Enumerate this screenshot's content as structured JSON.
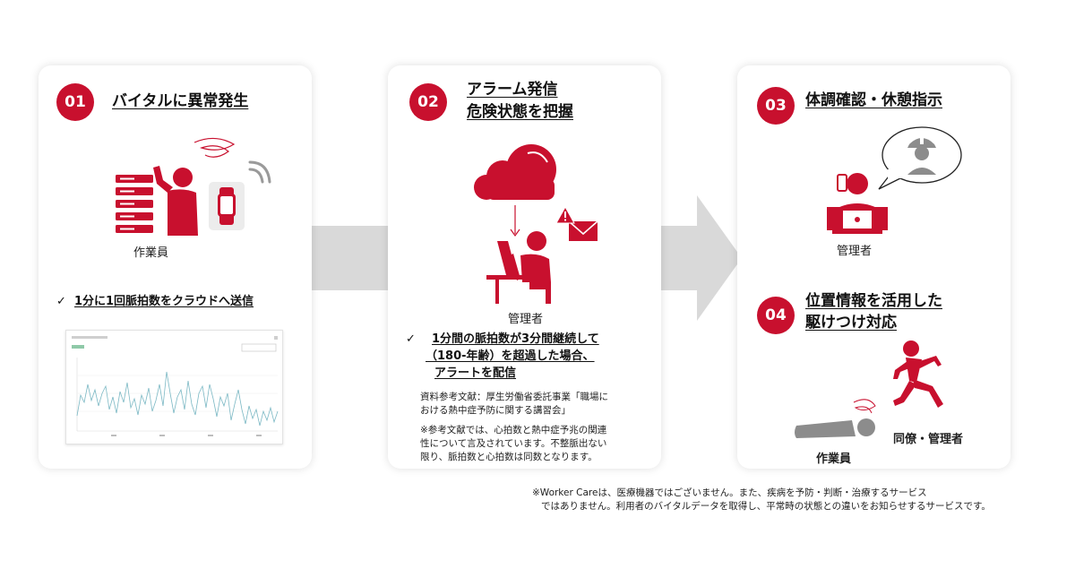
{
  "colors": {
    "accent": "#c8102e",
    "arrow": "#d9d9d9",
    "icon_gray": "#8c8c8c"
  },
  "step1": {
    "number": "01",
    "title": "バイタルに異常発生",
    "person_label": "作業員",
    "check": "1分に1回脈拍数をクラウドへ送信",
    "icons": [
      "server-icon",
      "worker-icon",
      "smartwatch-icon",
      "signal-icon",
      "dizzy-icon"
    ]
  },
  "step2": {
    "number": "02",
    "title_line1": "アラーム発信",
    "title_line2": "危険状態を把握",
    "person_label": "管理者",
    "check_line1": "1分間の脈拍数が3分間継続して",
    "check_line2": "（180-年齢）を超過した場合、",
    "check_line3": "アラートを配信",
    "ref_line1": "資料参考文献：厚生労働省委託事業「職場に",
    "ref_line2": "おける熱中症予防に関する講習会」",
    "note_line1": "※参考文献では、心拍数と熱中症予兆の関連",
    "note_line2": "性について言及されています。不整脈出ない",
    "note_line3": "限り、脈拍数と心拍数は同数となります。",
    "icons": [
      "cloud-icon",
      "alert-mail-icon",
      "manager-pc-icon"
    ]
  },
  "step3": {
    "number": "03",
    "title": "体調確認・休憩指示",
    "person_label": "管理者",
    "icons": [
      "manager-phone-icon",
      "speech-bubble-icon"
    ]
  },
  "step4": {
    "number": "04",
    "title_line1": "位置情報を活用した",
    "title_line2": "駆けつけ対応",
    "fallen_label": "作業員",
    "runner_label": "同僚・管理者",
    "icons": [
      "fallen-worker-icon",
      "running-person-icon"
    ]
  },
  "footnote": {
    "line1": "※Worker Careは、医療機器ではございません。また、疾病を予防・判断・治療するサービス",
    "line2": "ではありません。利用者のバイタルデータを取得し、平常時の状態との違いをお知らせするサービスです。"
  }
}
